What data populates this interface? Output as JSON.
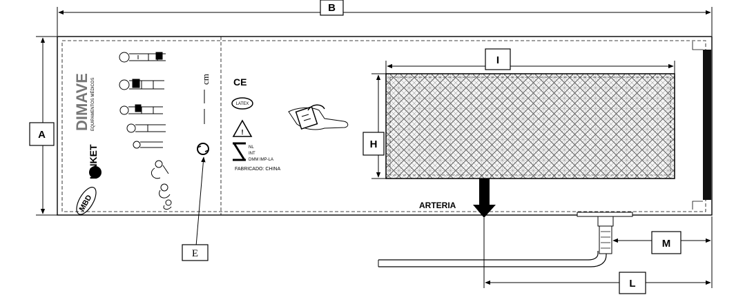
{
  "labels": {
    "A": "A",
    "B": "B",
    "E": "E",
    "H": "H",
    "I": "I",
    "L": "L",
    "M": "M"
  },
  "cuff": {
    "arteria": "ARTERIA",
    "fabricado": "FABRICADO: CHINA",
    "ce_mark": "CE",
    "latex": "LATEX",
    "cm": "cm",
    "mark_lines": [
      "NL",
      "INT",
      "DMM IMP-LA"
    ]
  },
  "brands": {
    "dimave": "DIMAVE",
    "dimave_tagline": "EQUIPAMENTOS MÉDICOS",
    "linket": "LINKET",
    "mbd": "MBD"
  },
  "colors": {
    "line": "#000000",
    "mesh": "#6b6b6b",
    "background": "#ffffff"
  }
}
